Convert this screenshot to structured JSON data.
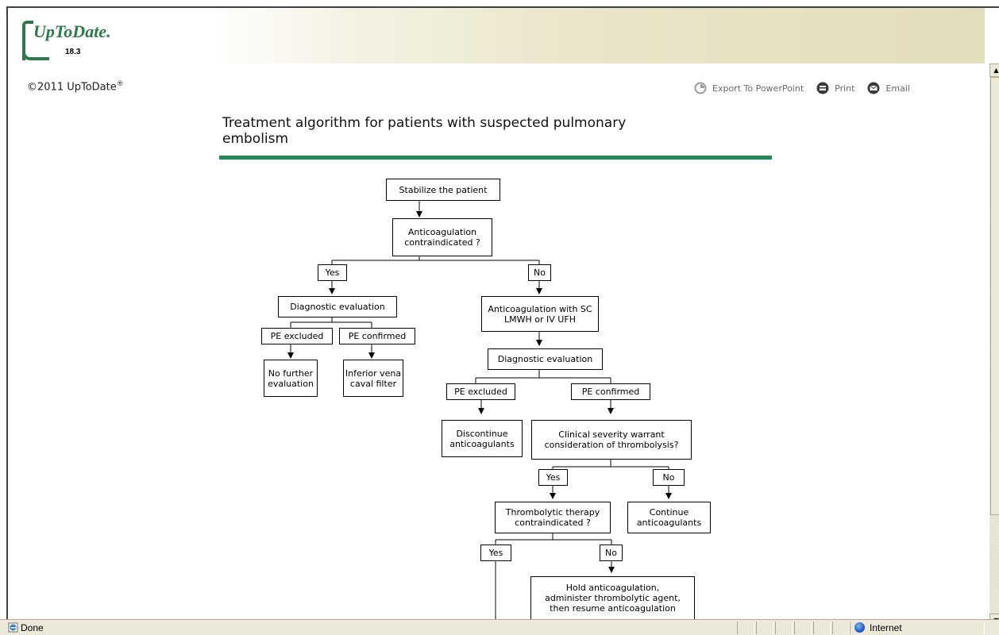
{
  "app": {
    "logo_text": "UpToDate.",
    "version": "18.3",
    "copyright": "©2011 UpToDate",
    "copyright_mark": "®"
  },
  "toolbar": {
    "export_label": "Export To PowerPoint",
    "print_label": "Print",
    "email_label": "Email",
    "export_icon": "export-icon",
    "print_icon": "printer-icon",
    "email_icon": "envelope-icon"
  },
  "page": {
    "title_line1": "Treatment algorithm for patients with suspected pulmonary",
    "title_line2": "embolism",
    "accent_color": "#1f8a52"
  },
  "flowchart": {
    "stabilize": "Stabilize the patient",
    "anticoag_contra_1": "Anticoagulation",
    "anticoag_contra_2": "contraindicated ?",
    "yes_1": "Yes",
    "no_1": "No",
    "diag_eval_left": "Diagnostic evaluation",
    "pe_excluded_left": "PE excluded",
    "pe_confirmed_left": "PE confirmed",
    "no_further_1": "No further",
    "no_further_2": "evaluation",
    "ivc_1": "Inferior vena",
    "ivc_2": "caval filter",
    "anticoag_sc_1": "Anticoagulation with SC",
    "anticoag_sc_2": "LMWH or IV UFH",
    "diag_eval_right": "Diagnostic evaluation",
    "pe_excluded_right": "PE excluded",
    "pe_confirmed_right": "PE confirmed",
    "discontinue_1": "Discontinue",
    "discontinue_2": "anticoagulants",
    "severity_1": "Clinical severity warrant",
    "severity_2": "consideration of thrombolysis?",
    "yes_2": "Yes",
    "no_2": "No",
    "thrombo_contra_1": "Thrombolytic therapy",
    "thrombo_contra_2": "contraindicated ?",
    "continue_1": "Continue",
    "continue_2": "anticoagulants",
    "yes_3": "Yes",
    "no_3": "No",
    "hold_1": "Hold anticoagulation,",
    "hold_2": "administer thrombolytic agent,",
    "hold_3": "then resume anticoagulation"
  },
  "statusbar": {
    "status": "Done",
    "zone": "Internet"
  }
}
